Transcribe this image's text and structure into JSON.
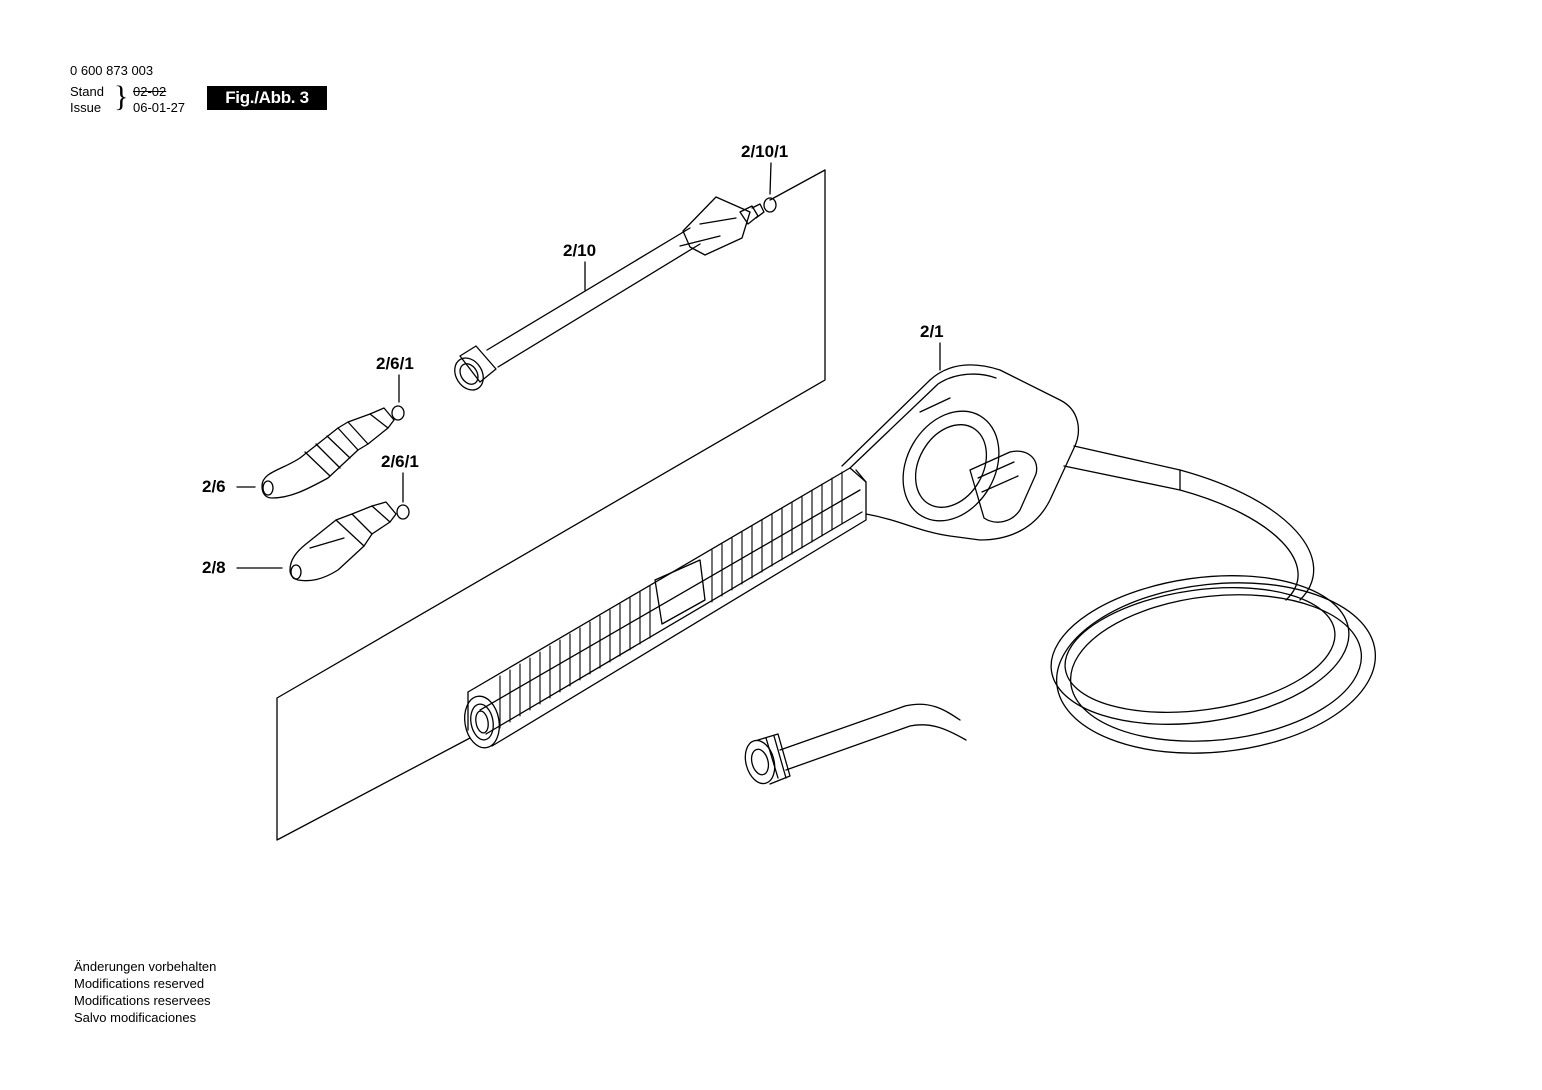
{
  "header": {
    "part_number": "0 600 873 003",
    "stand_label": "Stand",
    "issue_label": "Issue",
    "stand_date": "02-02",
    "issue_date": "06-01-27",
    "figure_badge": "Fig./Abb. 3"
  },
  "callouts": [
    {
      "id": "2-10-1",
      "text": "2/10/1"
    },
    {
      "id": "2-10",
      "text": "2/10"
    },
    {
      "id": "2-1",
      "text": "2/1"
    },
    {
      "id": "2-6-1-a",
      "text": "2/6/1"
    },
    {
      "id": "2-6-1-b",
      "text": "2/6/1"
    },
    {
      "id": "2-6",
      "text": "2/6"
    },
    {
      "id": "2-8",
      "text": "2/8"
    }
  ],
  "notes": [
    "Änderungen vorbehalten",
    "Modifications reserved",
    "Modifications reservees",
    "Salvo modificaciones"
  ]
}
